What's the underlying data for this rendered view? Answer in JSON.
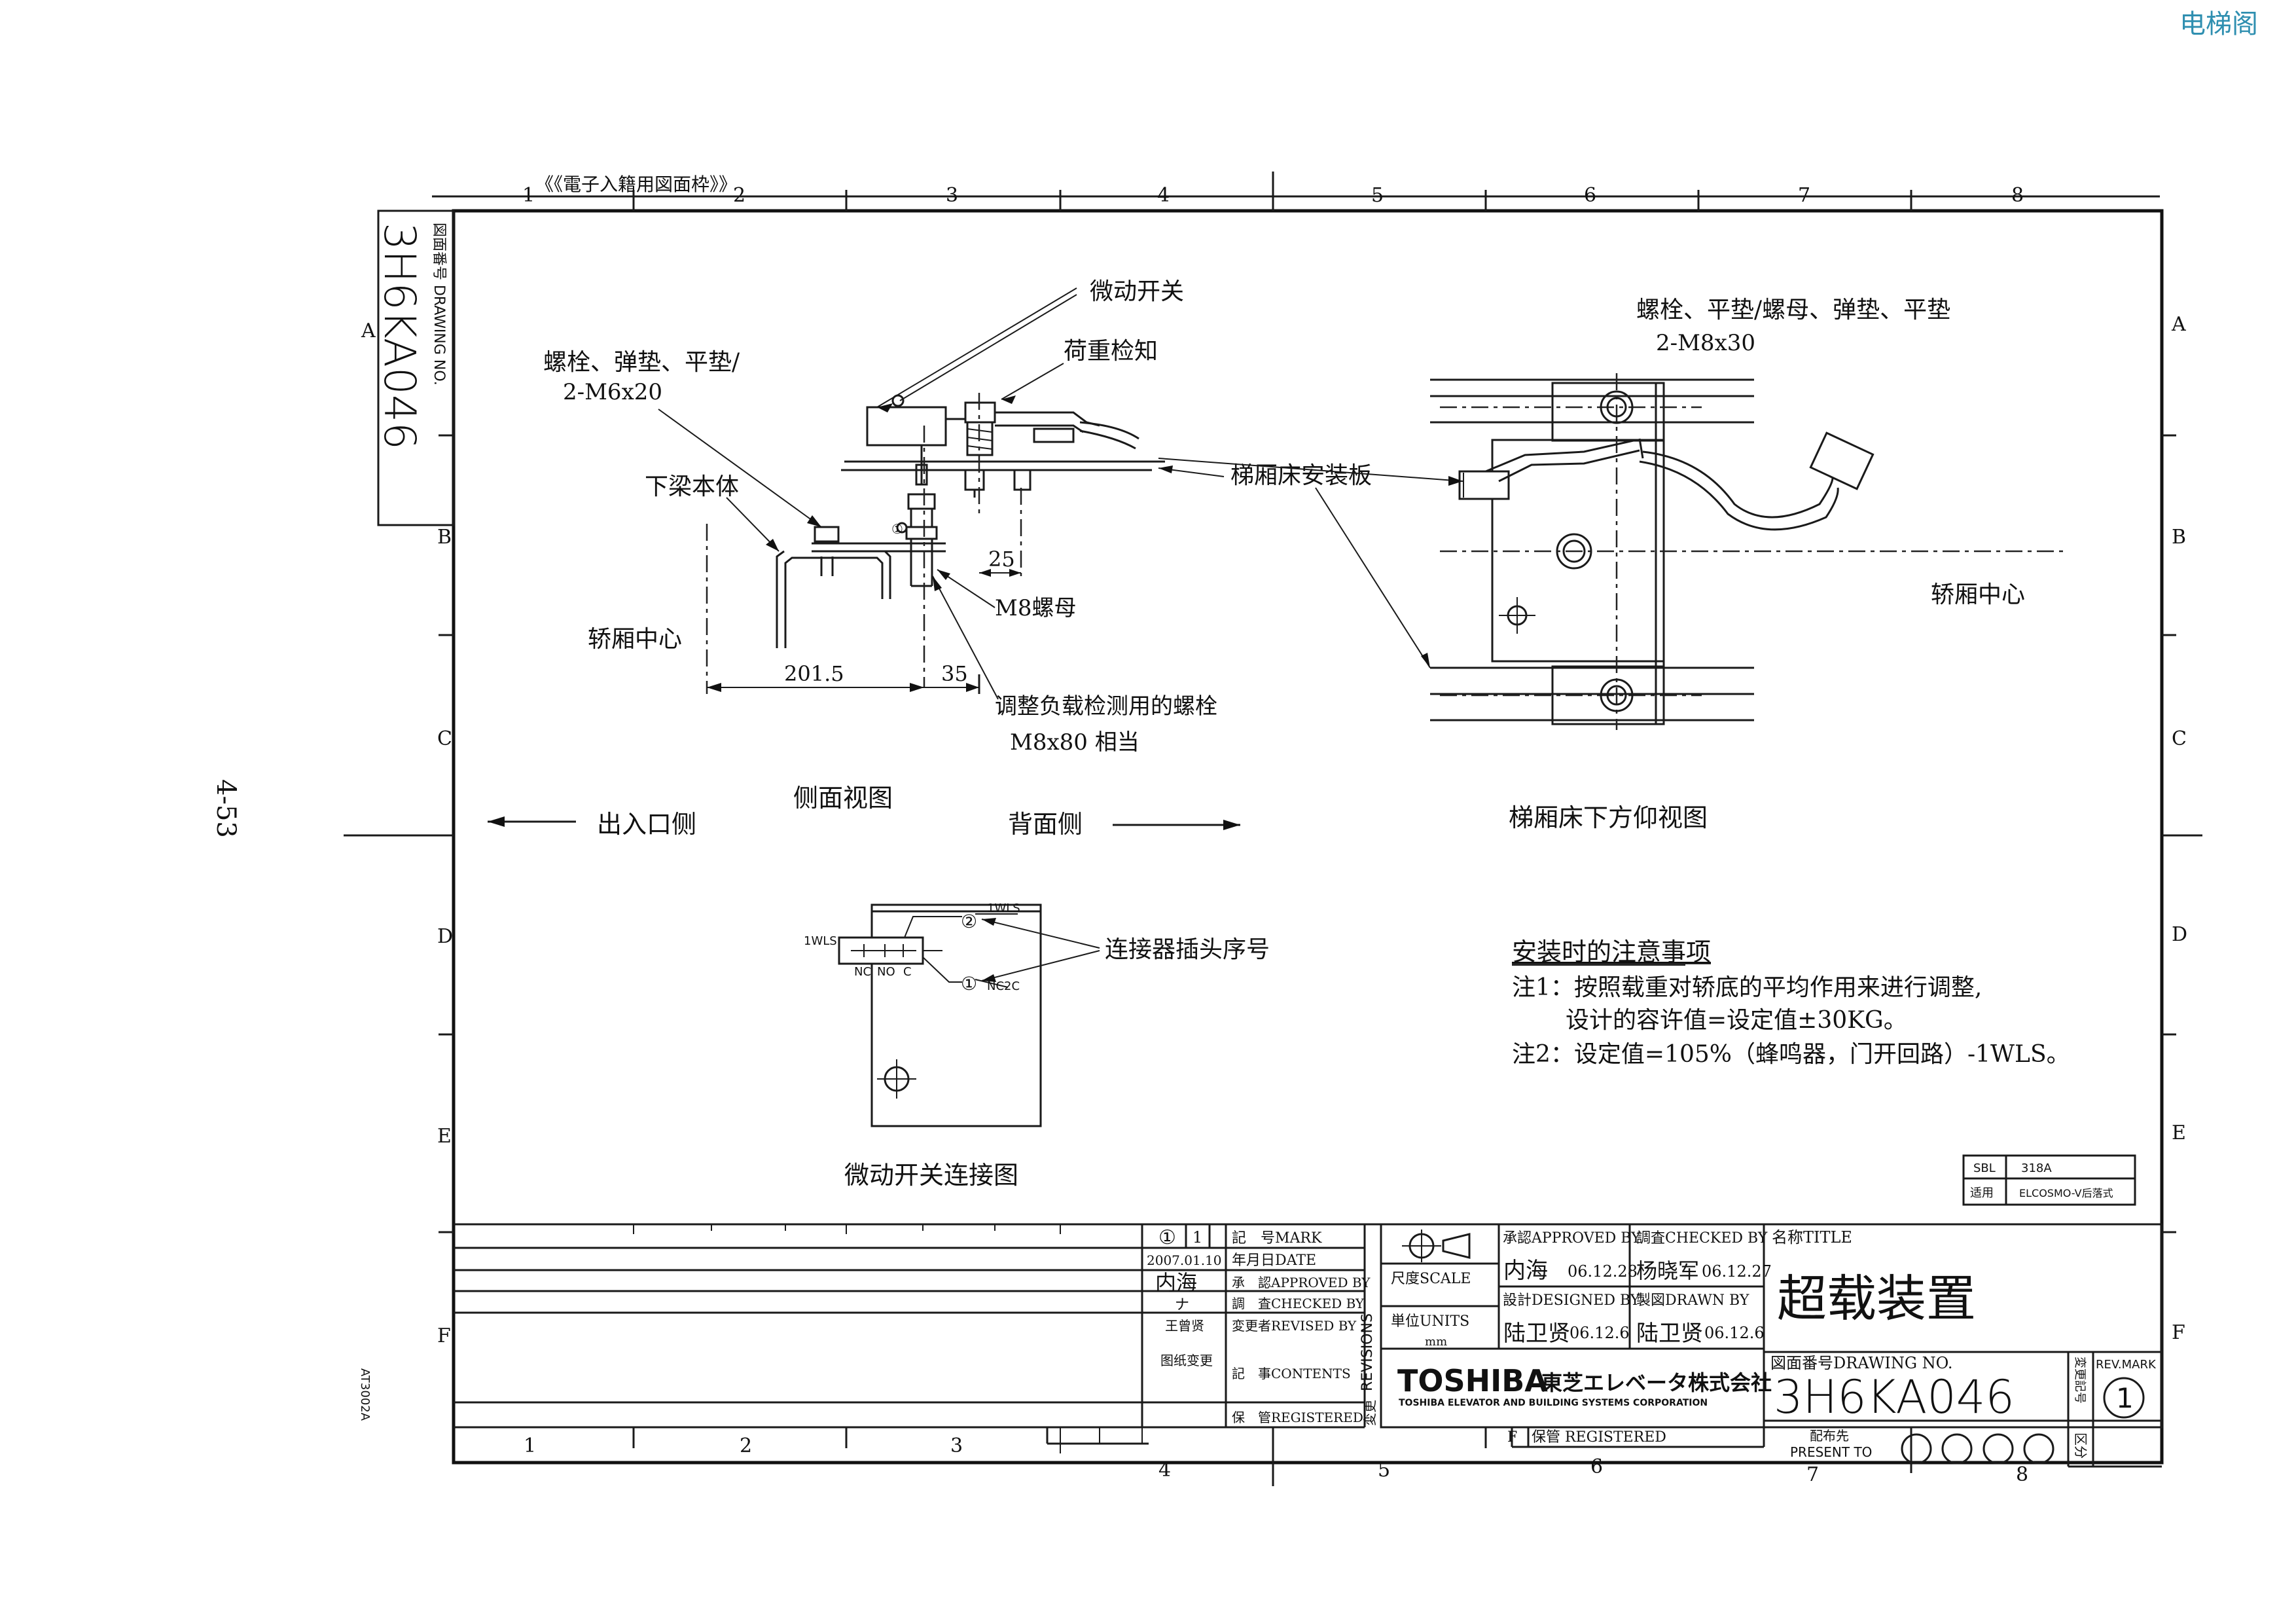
{
  "watermark": "电梯阁",
  "page_number": "4-53",
  "frame_header": "《《電子入籍用図面枠》》",
  "form_code": "AT3002A",
  "drawing_no_label": "図面番号 DRAWING NO.",
  "drawing_no": "3H6KA046",
  "zones": {
    "columns_top": [
      "1",
      "2",
      "3",
      "4",
      "5",
      "6",
      "7",
      "8"
    ],
    "columns_bottom": [
      "1",
      "2",
      "3",
      "4",
      "5",
      "6",
      "7",
      "8"
    ],
    "rows": [
      "A",
      "B",
      "C",
      "D",
      "E",
      "F"
    ]
  },
  "side_view": {
    "title": "侧面视图",
    "labels": {
      "micro_switch": "微动开关",
      "load_detect": "荷重检知",
      "bolt_line1": "螺栓、弹垫、平垫/",
      "bolt_line2": "2-M6x20",
      "lower_beam": "下梁本体",
      "mount_plate": "梯厢床安装板",
      "car_center": "轿厢中心",
      "nut": "M8螺母",
      "adjust_bolt_line1": "调整负载检测用的螺栓",
      "adjust_bolt_line2": "M8x80 相当",
      "circle_mark": "①"
    },
    "dims": {
      "d1": "201.5",
      "d2": "35",
      "d3": "25"
    }
  },
  "direction": {
    "entrance": "出入口侧",
    "back": "背面侧"
  },
  "bottom_view": {
    "title": "梯厢床下方仰视图",
    "bolt_line1": "螺栓、平垫/螺母、弹垫、平垫",
    "bolt_line2": "2-M8x30",
    "car_center": "轿厢中心"
  },
  "connection_view": {
    "title": "微动开关连接图",
    "connector_label": "连接器插头序号",
    "tag_1wls_left": "1WLS",
    "tag_1wls_top": "1WLS",
    "terminal_nc": "NC",
    "terminal_no": "NO",
    "terminal_c": "C",
    "pin_2": "②",
    "pin_1": "①",
    "tag_nc2c": "NC2C"
  },
  "notes": {
    "heading": "安装时的注意事项",
    "note1_line1": "注1：按照载重对轿底的平均作用来进行调整,",
    "note1_line2": "设计的容许值=设定值±30KG。",
    "note2": "注2：设定值=105%（蜂鸣器，门开回路）-1WLS。"
  },
  "sbl_box": {
    "sbl_label": "SBL",
    "sbl_value": "318A",
    "apply_label": "适用",
    "apply_value": "ELCOSMO-V后落式"
  },
  "revision_block": {
    "mark_value": "①",
    "mark_num": "1",
    "date_value": "2007.01.10",
    "approved_sig": "内海",
    "checked_sig": "ナ",
    "revised_sig": "王曾贤",
    "contents": "图纸变更",
    "mark_label": "記　号MARK",
    "date_label": "年月日DATE",
    "approved_label": "承　認APPROVED BY",
    "checked_label": "調　査CHECKED BY",
    "revised_label": "変更者REVISED BY",
    "contents_label": "記　事CONTENTS",
    "registered_label": "保　管REGISTERED",
    "revisions_vertical": "REVISIONS",
    "revisions_kanji": "変更"
  },
  "title_block": {
    "scale_label": "尺度SCALE",
    "units_label": "単位UNITS",
    "units_value": "mm",
    "approved_by_label": "承認APPROVED BY",
    "checked_by_label": "調査CHECKED BY",
    "designed_by_label": "設計DESIGNED BY",
    "drawn_by_label": "製図DRAWN BY",
    "approved_name": "内海",
    "approved_date": "06.12.28",
    "checked_name": "杨晓军",
    "checked_date": "06.12.27",
    "designed_name": "陆卫贤",
    "designed_date": "06.12.6",
    "drawn_name": "陆卫贤",
    "drawn_date": "06.12.6",
    "company_logo": "TOSHIBA",
    "company_jp": "東芝エレベータ株式会社",
    "company_en": "TOSHIBA ELEVATOR AND BUILDING SYSTEMS CORPORATION",
    "title_label": "名称TITLE",
    "title_value": "超载装置",
    "drawing_no_label": "図面番号DRAWING NO.",
    "drawing_no": "3H6KA046",
    "rev_label_jp": "変更記号",
    "rev_label": "REV.MARK",
    "rev_value": "1",
    "registered_label": "保管 REGISTERED",
    "f_label": "F",
    "present_to_jp": "配布先",
    "present_to": "PRESENT TO",
    "division": "区分"
  }
}
